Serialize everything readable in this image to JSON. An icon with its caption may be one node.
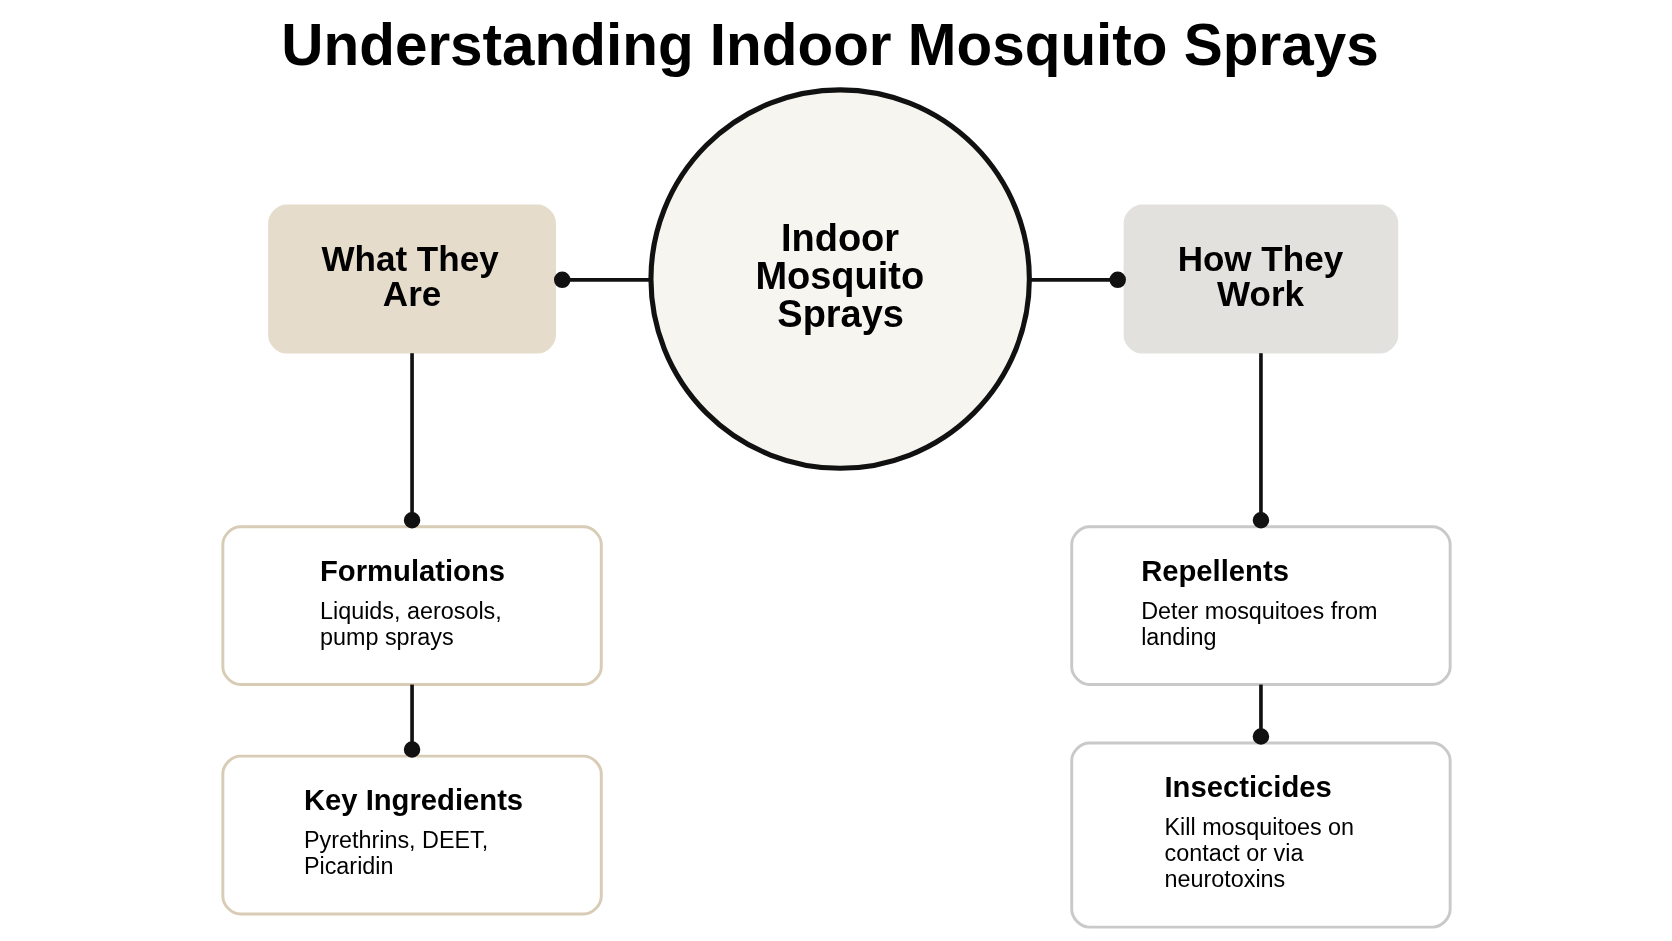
{
  "diagram": {
    "title": "Understanding Indoor Mosquito Sprays",
    "nodes": [
      {
        "text": [
          "What They Are"
        ]
      },
      {
        "text": [
          "Indoor Mosquito Sprays"
        ]
      },
      {
        "text": [
          "How They Work"
        ]
      },
      {
        "text": [
          "Formulations",
          "Liquids, aerosols, pump sprays"
        ]
      },
      {
        "text": [
          "Repellents",
          "Deter mosquitoes from landing"
        ]
      },
      {
        "text": [
          "Key Ingredients",
          "Pyrethrins, DEET, Picaridin"
        ]
      },
      {
        "text": [
          "Insecticides",
          "Kill mosquitoes on contact or via neurotoxins"
        ]
      }
    ],
    "edges": [
      {
        "from": 0,
        "to": 1,
        "arrow": "other"
      },
      {
        "from": 1,
        "to": 2,
        "arrow": "other"
      },
      {
        "from": 0,
        "to": 3,
        "arrow": "other"
      },
      {
        "from": 3,
        "to": 5,
        "arrow": "other"
      },
      {
        "from": 2,
        "to": 4,
        "arrow": "other"
      },
      {
        "from": 4,
        "to": 6,
        "arrow": "other"
      }
    ]
  }
}
